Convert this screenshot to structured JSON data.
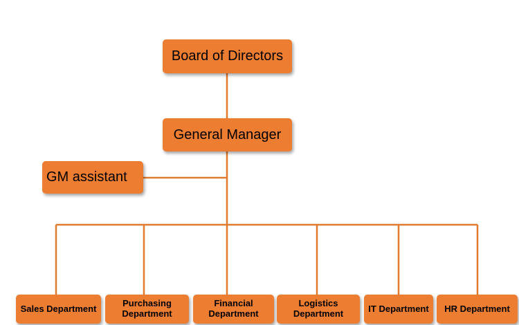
{
  "colors": {
    "node_fill": "#ed7d31",
    "connector": "#e07a2f",
    "text": "#000000",
    "background": "#ffffff"
  },
  "nodes": {
    "board": "Board of Directors",
    "general_manager": "General Manager",
    "gm_assistant": "GM assistant",
    "departments": [
      "Sales Department",
      "Purchasing Department",
      "Financial Department",
      "Logistics Department",
      "IT Department",
      "HR Department"
    ]
  }
}
